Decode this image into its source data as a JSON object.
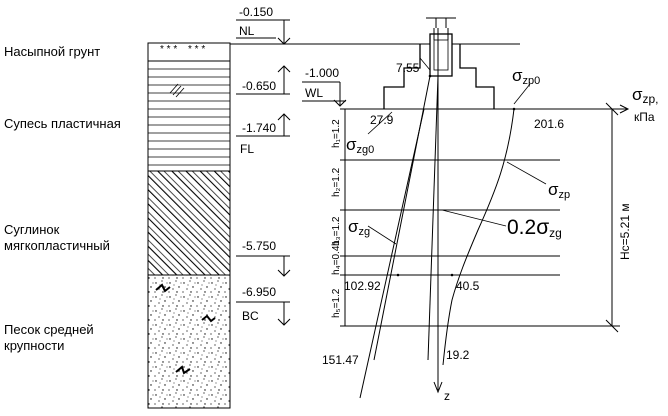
{
  "soil_layers": [
    {
      "name": "Насыпной грунт"
    },
    {
      "name": "Супесь пластичная"
    },
    {
      "name": "Суглинок мягкопластичный"
    },
    {
      "name": "Песок средней крупности"
    }
  ],
  "elevations": {
    "nl": "-0.150",
    "nl_tag": "NL",
    "top2": "-0.650",
    "wl": "-1.000",
    "wl_tag": "WL",
    "fl": "-1.740",
    "fl_tag": "FL",
    "top3": "-5.750",
    "bc": "-6.950",
    "bc_tag": "BC"
  },
  "stress_labels": {
    "sigma_zp0": "σzp0",
    "sigma_zp_axis": "σzp,",
    "axis_unit": "кПа",
    "sigma_zg0": "σzg0",
    "sigma_zp": "σzp",
    "sigma_zg": "σzg",
    "point2_sigma_zg": "0.2σzg",
    "z_axis": "z"
  },
  "sublayers": [
    {
      "label": "h₁=1.2"
    },
    {
      "label": "h₂=1.2"
    },
    {
      "label": "h₃=1.2"
    },
    {
      "label": "h₄=0.41"
    },
    {
      "label": "h₅=1.2"
    }
  ],
  "values": {
    "v755": "7.55",
    "v279": "27.9",
    "v2016": "201.6",
    "v10292": "102.92",
    "v405": "40.5",
    "v15147": "151.47",
    "v192": "19.2"
  },
  "hc_label": "Hc=5.21 м"
}
